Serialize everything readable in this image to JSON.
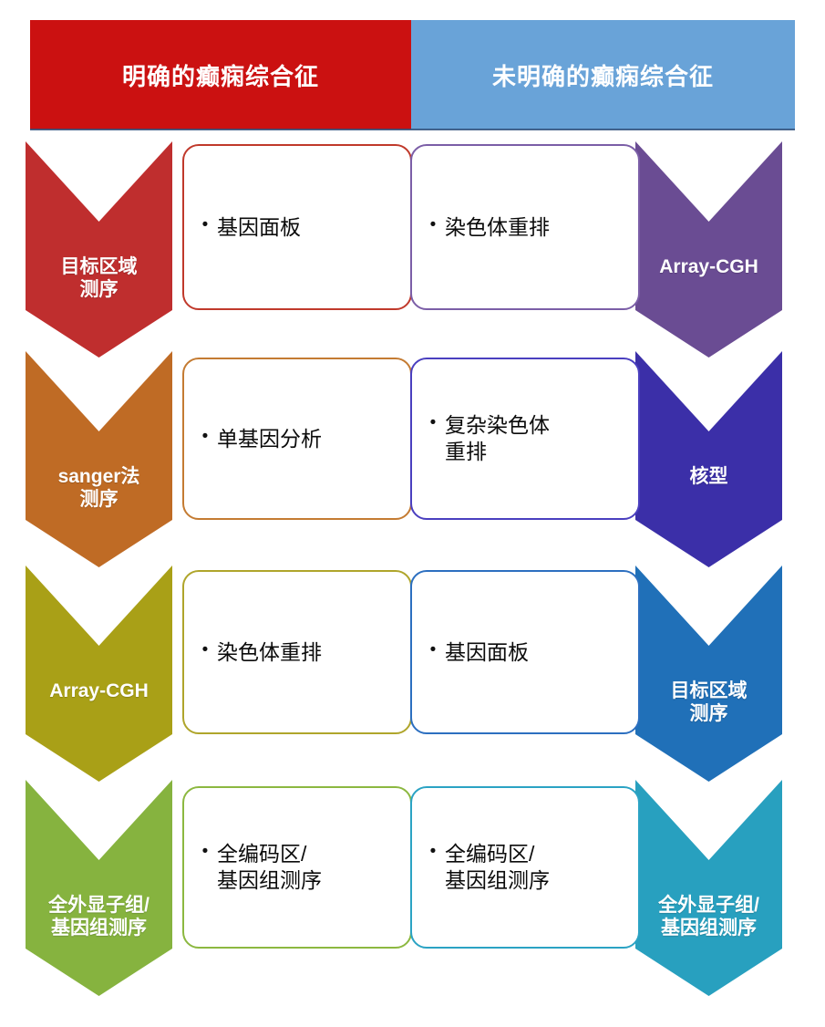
{
  "header": {
    "left_label": "明确的癫痫综合征",
    "right_label": "未明确的癫痫综合征",
    "left_color": "#CB1111",
    "right_color": "#69A3D8"
  },
  "columns": [
    {
      "id": "defined",
      "title": "明确的癫痫综合征"
    },
    {
      "id": "undefined",
      "title": "未明确的癫痫综合征"
    }
  ],
  "rows": [
    {
      "index": 1,
      "left": {
        "arrow_label": "目标区域\n测序",
        "arrow_color": "#BF2E2E",
        "box_text": "基因面板",
        "box_border": "#C0392B"
      },
      "right": {
        "arrow_label": "Array-CGH",
        "arrow_color": "#6A4C93",
        "box_text": "染色体重排",
        "box_border": "#7B5EA7"
      }
    },
    {
      "index": 2,
      "left": {
        "arrow_label": "sanger法\n测序",
        "arrow_color": "#BF6B25",
        "box_text": "单基因分析",
        "box_border": "#C47B32"
      },
      "right": {
        "arrow_label": "核型",
        "arrow_color": "#3B2FA8",
        "box_text": "复杂染色体\n重排",
        "box_border": "#4A3FBF"
      }
    },
    {
      "index": 3,
      "left": {
        "arrow_label": "Array-CGH",
        "arrow_color": "#A9A017",
        "box_text": "染色体重排",
        "box_border": "#AFA52B"
      },
      "right": {
        "arrow_label": "目标区域\n测序",
        "arrow_color": "#2070B8",
        "box_text": "基因面板",
        "box_border": "#2C6FC0"
      }
    },
    {
      "index": 4,
      "left": {
        "arrow_label": "全外显子组/\n基因组测序",
        "arrow_color": "#86B33F",
        "box_text": "全编码区/\n基因组测序",
        "box_border": "#8CB840"
      },
      "right": {
        "arrow_label": "全外显子组/\n基因组测序",
        "arrow_color": "#28A0BF",
        "box_text": "全编码区/\n基因组测序",
        "box_border": "#2BA3C4"
      }
    }
  ],
  "bullet_glyph": "•"
}
